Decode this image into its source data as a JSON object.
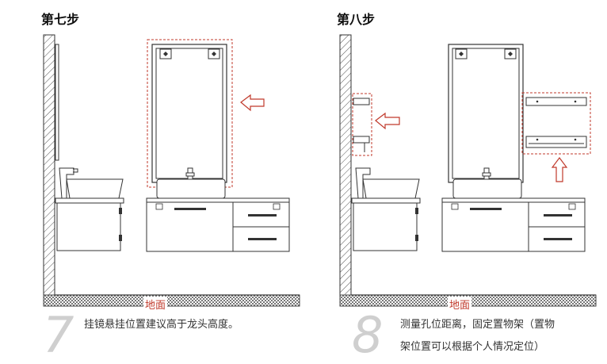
{
  "steps": [
    {
      "title": "第七步",
      "number": "7",
      "floor_label": "地面",
      "description": "挂镜悬挂位置建议高于龙头高度。"
    },
    {
      "title": "第八步",
      "number": "8",
      "floor_label": "地面",
      "description_line1": "测量孔位距离，固定置物架（置物",
      "description_line2": "架位置可以根据个人情况定位）"
    }
  ],
  "colors": {
    "line": "#333333",
    "dashed_highlight": "#c0392b",
    "arrow": "#c0392b",
    "step_number": "#cfcfcf"
  }
}
